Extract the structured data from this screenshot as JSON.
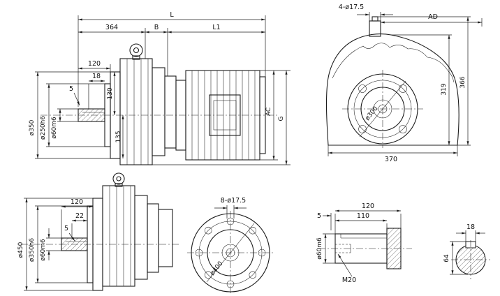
{
  "colors": {
    "ink": "#1c1c1c",
    "paper": "#ffffff"
  },
  "views": {
    "sideMotor": {
      "L": "L",
      "d364": "364",
      "B": "B",
      "L1": "L1",
      "d120": "120",
      "d18": "18",
      "d5": "5",
      "dia350": "ø350",
      "dia250": "ø250h6",
      "dia60": "ø60m6",
      "d130": "130",
      "d135": "135",
      "AC": "AC",
      "G": "G"
    },
    "front": {
      "holes": "4-ø17.5",
      "AD": "AD",
      "d319": "319",
      "d366": "366",
      "dia300": "ø300",
      "d370": "370"
    },
    "sideGear": {
      "d120": "120",
      "d22": "22",
      "d5": "5",
      "dia450": "ø450",
      "dia350": "ø350h6",
      "dia60": "ø60m6"
    },
    "flange": {
      "holes": "8-ø17.5",
      "dia400": "ø400"
    },
    "shaft": {
      "d120": "120",
      "d110": "110",
      "d5": "5",
      "dia60": "ø60m6",
      "thread": "M20"
    },
    "shaftEnd": {
      "d18": "18",
      "d64": "64"
    }
  }
}
